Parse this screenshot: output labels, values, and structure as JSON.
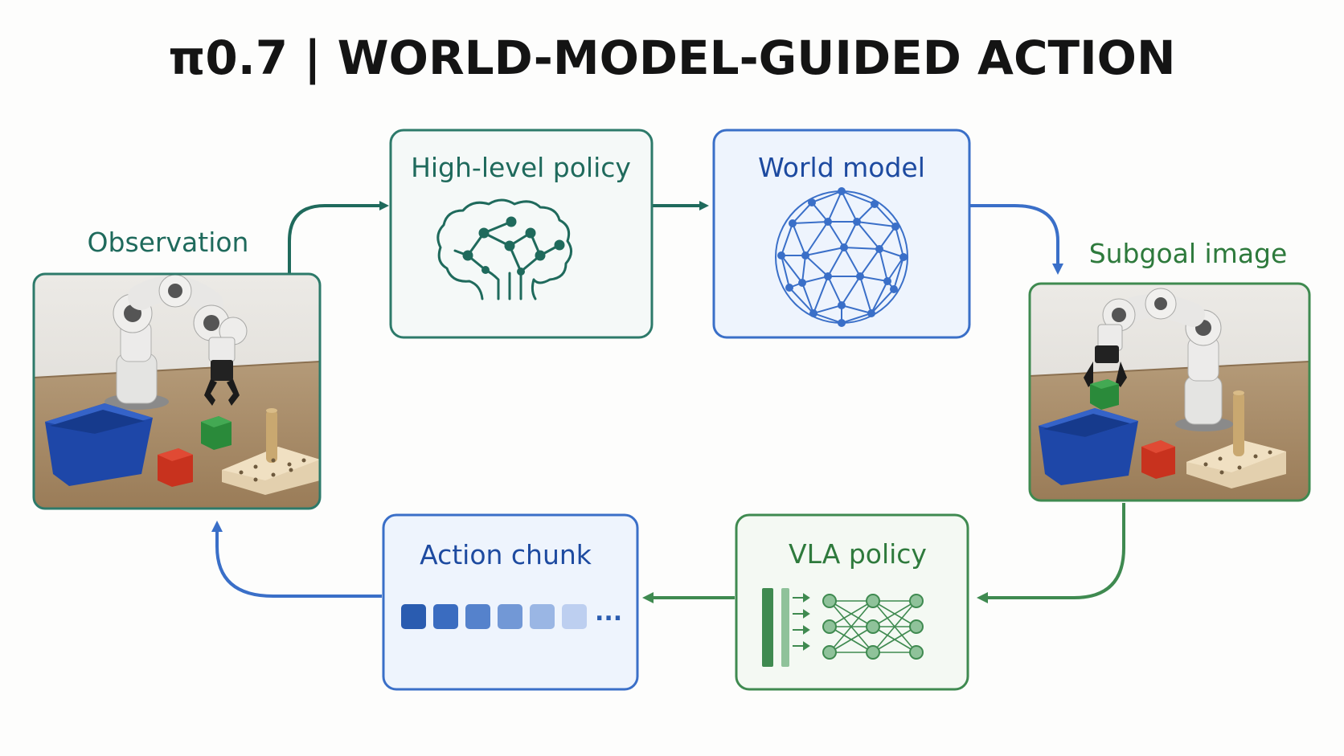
{
  "title": "π0.7 | WORLD-MODEL-GUIDED ACTION",
  "nodes": {
    "observation": {
      "label": "Observation"
    },
    "high_level_policy": {
      "label": "High-level policy",
      "icon": "brain-network-icon"
    },
    "world_model": {
      "label": "World model",
      "icon": "geodesic-sphere-icon"
    },
    "subgoal_image": {
      "label": "Subgoal image"
    },
    "vla_policy": {
      "label": "VLA policy",
      "icon": "neural-network-icon"
    },
    "action_chunk": {
      "label": "Action chunk",
      "ellipsis": "...",
      "icon": "token-squares-icon"
    }
  },
  "colors": {
    "teal": "#1f6a5c",
    "teal_box": "#2d7a6a",
    "blue": "#3a6fc8",
    "blue_text": "#1d4aa0",
    "green": "#3f8a50",
    "green_text": "#2e7a3c",
    "box_bg_teal": "#f5f9f8",
    "box_bg_blue": "#eef4fd",
    "box_bg_green": "#f4f9f3"
  }
}
